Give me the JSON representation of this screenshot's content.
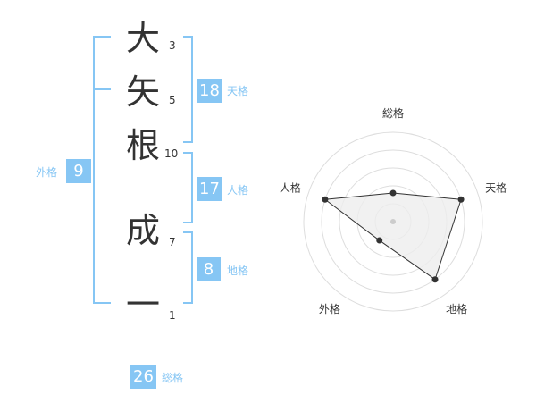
{
  "name_chars": [
    {
      "char": "大",
      "strokes": "3"
    },
    {
      "char": "矢",
      "strokes": "5"
    },
    {
      "char": "根",
      "strokes": "10"
    },
    {
      "char": "成",
      "strokes": "7"
    },
    {
      "char": "一",
      "strokes": "1"
    }
  ],
  "kakaku": {
    "tenkaku": {
      "value": "18",
      "label": "天格"
    },
    "jinkaku": {
      "value": "17",
      "label": "人格"
    },
    "chikaku": {
      "value": "8",
      "label": "地格"
    },
    "gaikaku": {
      "value": "9",
      "label": "外格"
    },
    "soukaku": {
      "value": "26",
      "label": "総格"
    }
  },
  "chart_data": {
    "type": "radar",
    "axes": [
      "総格",
      "天格",
      "地格",
      "外格",
      "人格"
    ],
    "values": [
      1.6,
      4.0,
      4.0,
      1.3,
      4.0
    ],
    "rings": 5,
    "max": 5,
    "fill_color": "#eeeeee",
    "line_color": "#333333",
    "grid_color": "#dddddd"
  }
}
